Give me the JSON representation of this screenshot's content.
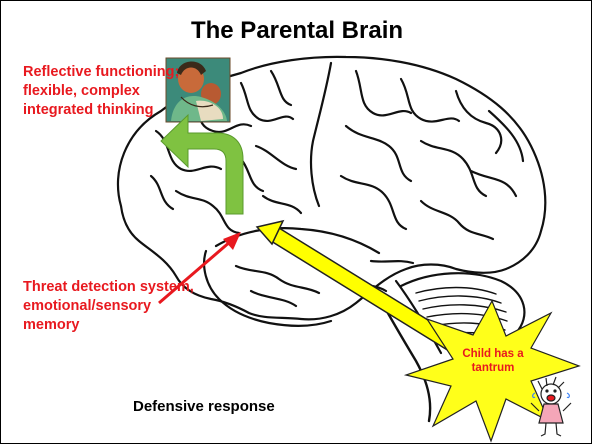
{
  "title": "The Parental Brain",
  "labels": {
    "reflective": "Reflective functioning; flexible, complex integrated thinking",
    "threat": "Threat detection system, emotional/sensory memory",
    "defensive": "Defensive response",
    "tantrum": "Child has a tantrum"
  },
  "colors": {
    "label_red": "#e8191f",
    "arrow_green": "#7fc241",
    "arrow_yellow": "#ffff00",
    "arrow_red": "#e8191f",
    "starburst": "#ffff1a"
  },
  "icons": {
    "brain": "brain-illustration",
    "parent_child": "parent-holding-child-painting",
    "child": "crying-child-cartoon"
  }
}
